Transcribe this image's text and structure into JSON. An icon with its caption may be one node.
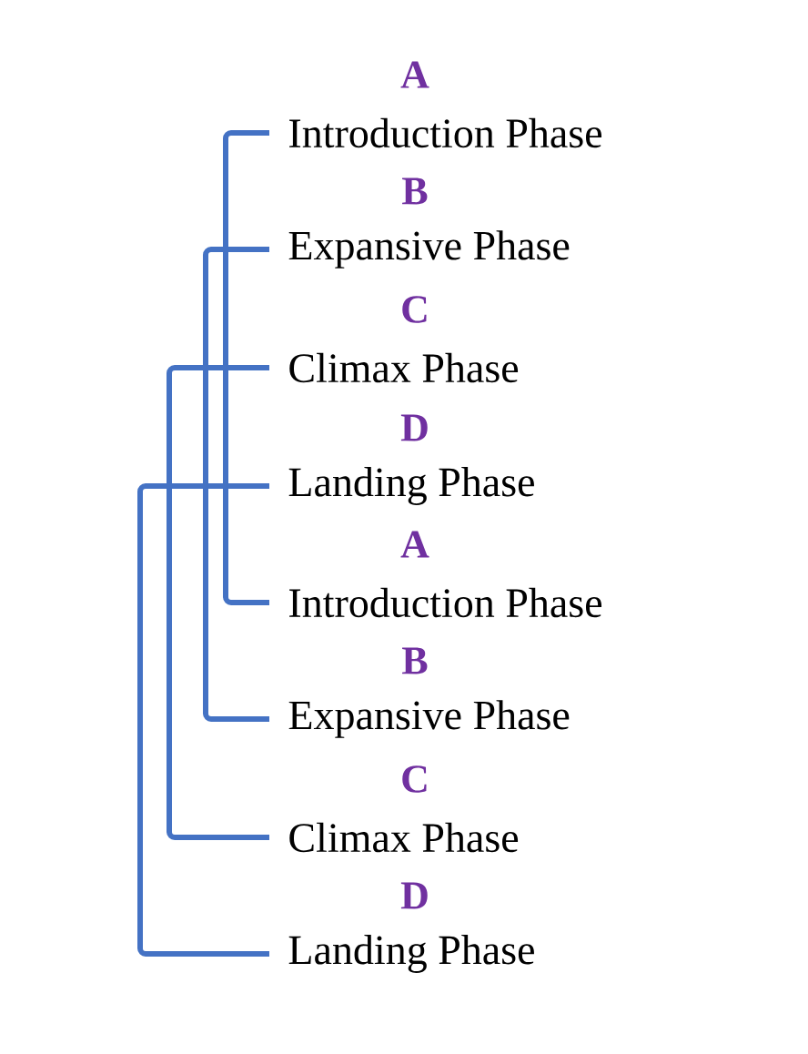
{
  "diagram": {
    "nodes": [
      {
        "text": [
          "A",
          "Introduction Phase"
        ]
      },
      {
        "text": [
          "B",
          "Expansive Phase"
        ]
      },
      {
        "text": [
          "C",
          "Climax Phase"
        ]
      },
      {
        "text": [
          "D",
          "Landing Phase"
        ]
      },
      {
        "text": [
          "A",
          "Introduction Phase"
        ]
      },
      {
        "text": [
          "B",
          "Expansive Phase"
        ]
      },
      {
        "text": [
          "C",
          "Climax Phase"
        ]
      },
      {
        "text": [
          "D",
          "Landing Phase"
        ]
      }
    ],
    "edges": [
      {
        "from": 0,
        "to": 4,
        "arrow": "none"
      },
      {
        "from": 1,
        "to": 5,
        "arrow": "none"
      },
      {
        "from": 2,
        "to": 6,
        "arrow": "none"
      },
      {
        "from": 3,
        "to": 7,
        "arrow": "none"
      }
    ]
  }
}
